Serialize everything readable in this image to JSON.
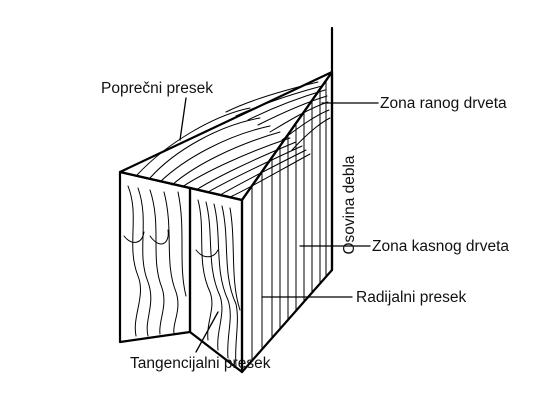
{
  "labels": {
    "cross_section": "Poprečni presek",
    "earlywood_zone": "Zona ranog drveta",
    "trunk_axis": "Osovina debla",
    "latewood_zone": "Zona kasnog drveta",
    "radial_section": "Radijalni presek",
    "tangential_section": "Tangencijalni presek"
  }
}
